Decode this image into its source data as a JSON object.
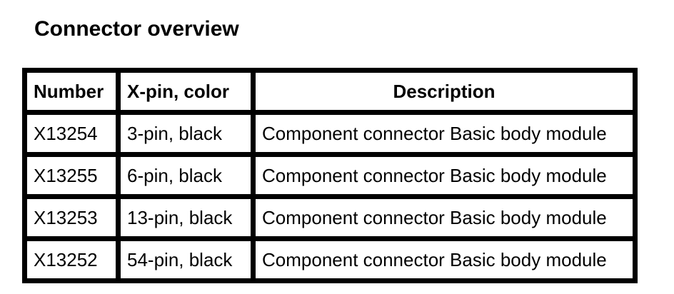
{
  "document": {
    "title": "Connector overview"
  },
  "table": {
    "headers": {
      "number": "Number",
      "pin_color": "X-pin, color",
      "description": "Description"
    },
    "rows": [
      {
        "number": "X13254",
        "pin_color": "3-pin, black",
        "description": "Component connector Basic body module"
      },
      {
        "number": "X13255",
        "pin_color": "6-pin, black",
        "description": "Component connector Basic body module"
      },
      {
        "number": "X13253",
        "pin_color": "13-pin, black",
        "description": "Component connector Basic body module"
      },
      {
        "number": "X13252",
        "pin_color": "54-pin, black",
        "description": "Component connector Basic body module"
      }
    ]
  },
  "colors": {
    "text": "#000000",
    "border": "#000000",
    "background": "#ffffff"
  }
}
